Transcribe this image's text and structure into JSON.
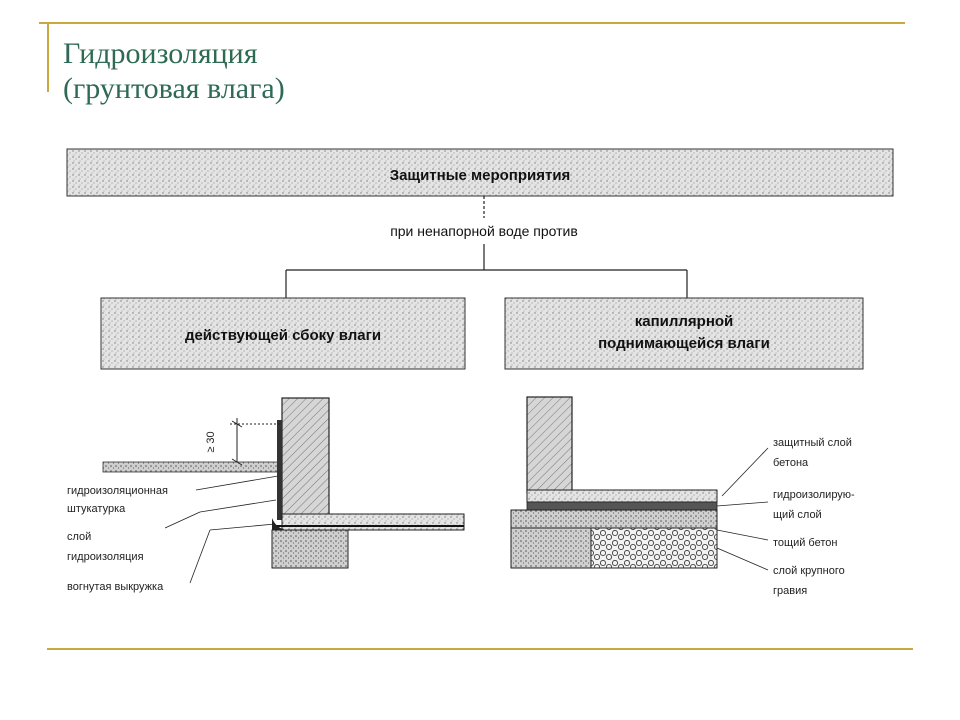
{
  "slide": {
    "title_line1": "Гидроизоляция",
    "title_line2": "(грунтовая влага)",
    "accent_color": "#c9a93f",
    "title_color": "#2e6a54"
  },
  "diagram": {
    "top_box": "Защитные мероприятия",
    "connector_label": "при ненапорной воде против",
    "left_box": "действующей сбоку влаги",
    "right_box_line1": "капиллярной",
    "right_box_line2": "поднимающейся влаги",
    "dimension_label": "≥ 30",
    "left_labels": [
      "гидроизоляционная",
      "штукатурка",
      "слой",
      "гидроизоляция",
      "вогнутая выкружка"
    ],
    "right_labels": [
      "защитный слой",
      "бетона",
      "гидроизолирую-",
      "щий слой",
      "тощий бетон",
      "слой крупного",
      "гравия"
    ]
  }
}
